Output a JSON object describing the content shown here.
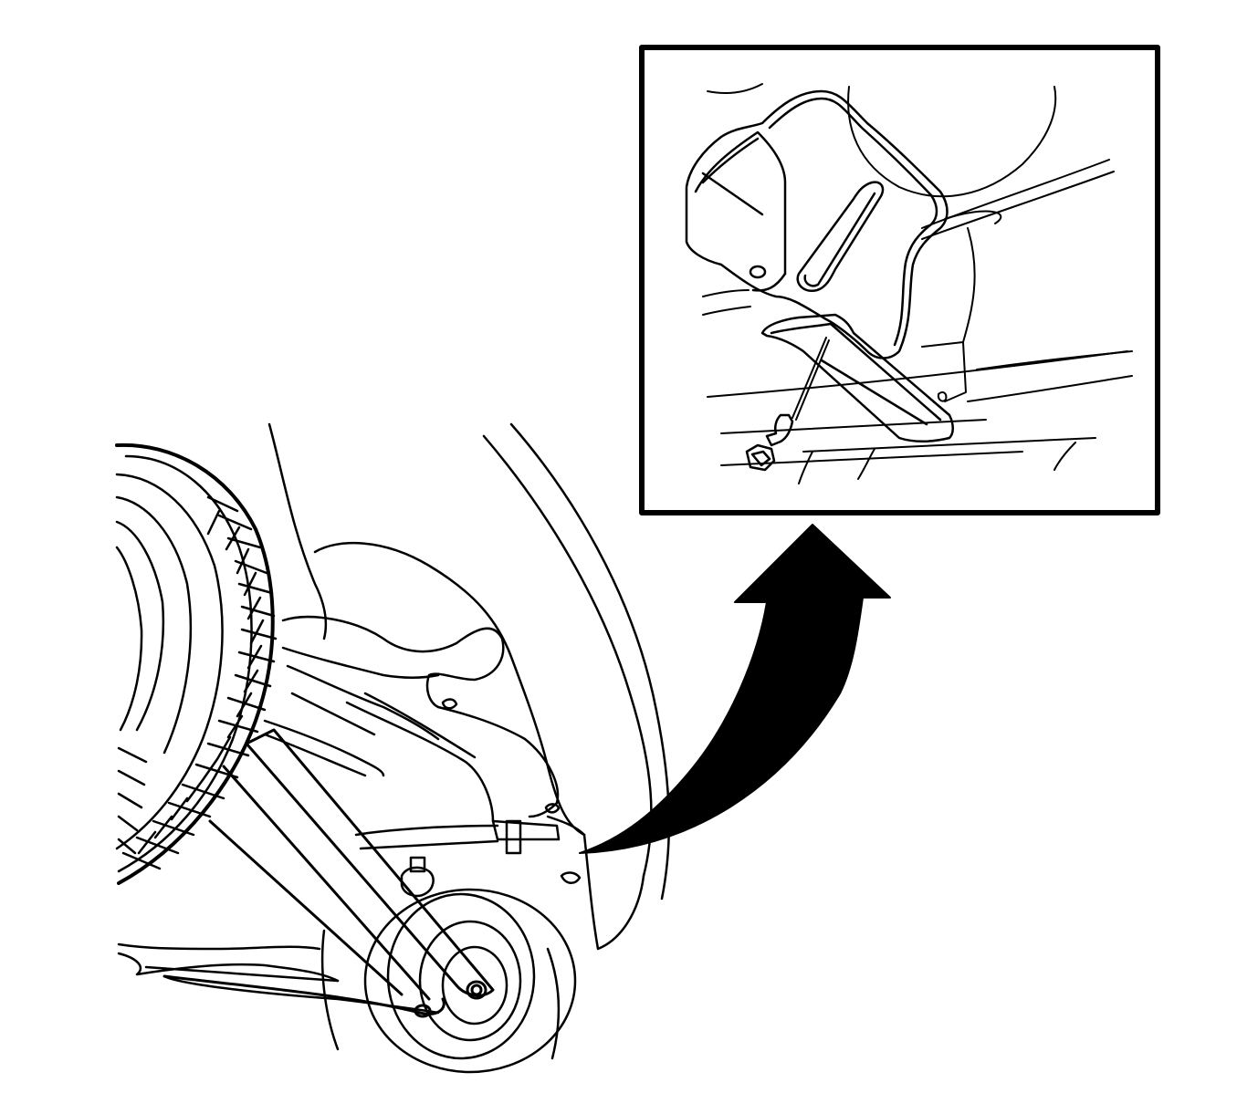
{
  "diagram": {
    "colors": {
      "background": "#ffffff",
      "ink": "#000000"
    },
    "components": [
      "spare-tire",
      "underbody-frame",
      "crossmember",
      "control-arm",
      "rear-wheel-hub",
      "fender-liner",
      "callout-arrow",
      "detail-inset",
      "bracket",
      "bolt"
    ]
  }
}
